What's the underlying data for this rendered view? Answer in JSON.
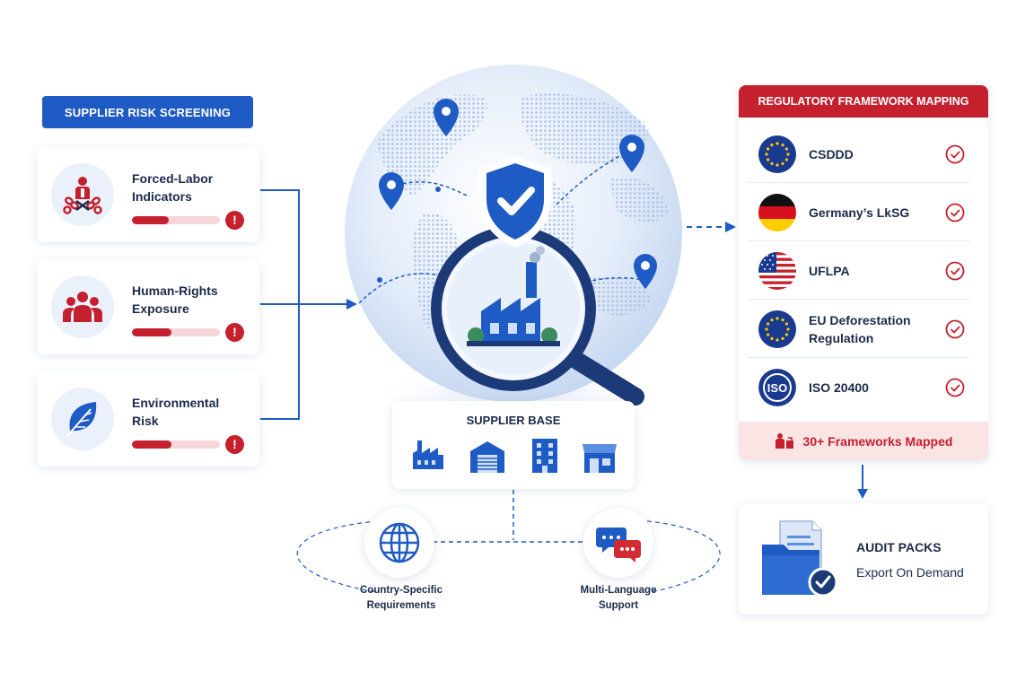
{
  "screening": {
    "header": "SUPPLIER RISK SCREENING",
    "items": [
      {
        "title_line1": "Forced-Labor",
        "title_line2": "Indicators",
        "risk_level": 0.42,
        "alert": "!",
        "icon": "forced-labor-icon"
      },
      {
        "title_line1": "Human-Rights",
        "title_line2": "Exposure",
        "risk_level": 0.45,
        "alert": "!",
        "icon": "people-group-icon"
      },
      {
        "title_line1": "Environmental",
        "title_line2": "Risk",
        "risk_level": 0.45,
        "alert": "!",
        "icon": "leaf-icon"
      }
    ]
  },
  "center": {
    "supplier_base": "SUPPLIER BASE",
    "supplier_icons": [
      "factory-icon",
      "warehouse-icon",
      "office-building-icon",
      "store-icon"
    ],
    "country_label_line1": "Country-Specific",
    "country_label_line2": "Requirements",
    "language_label_line1": "Multi-Language",
    "language_label_line2": "Support"
  },
  "regulatory": {
    "header": "REGULATORY FRAMEWORK MAPPING",
    "items": [
      {
        "name_line1": "CSDDD",
        "name_line2": "",
        "flag": "eu"
      },
      {
        "name_line1": "Germany’s LkSG",
        "name_line2": "",
        "flag": "de"
      },
      {
        "name_line1": "UFLPA",
        "name_line2": "",
        "flag": "us"
      },
      {
        "name_line1": "EU Deforestation",
        "name_line2": "Regulation",
        "flag": "eu"
      },
      {
        "name_line1": "ISO 20400",
        "name_line2": "",
        "flag": "iso"
      }
    ],
    "iso_badge": "ISO",
    "footer": "30+ Frameworks Mapped"
  },
  "audit": {
    "title": "AUDIT PACKS",
    "subtitle": "Export On Demand"
  },
  "colors": {
    "primary_blue": "#1f5bc4",
    "alert_red": "#c4202d",
    "light_red": "#fbe4e4",
    "globe_blue": "#dbe7f7"
  }
}
